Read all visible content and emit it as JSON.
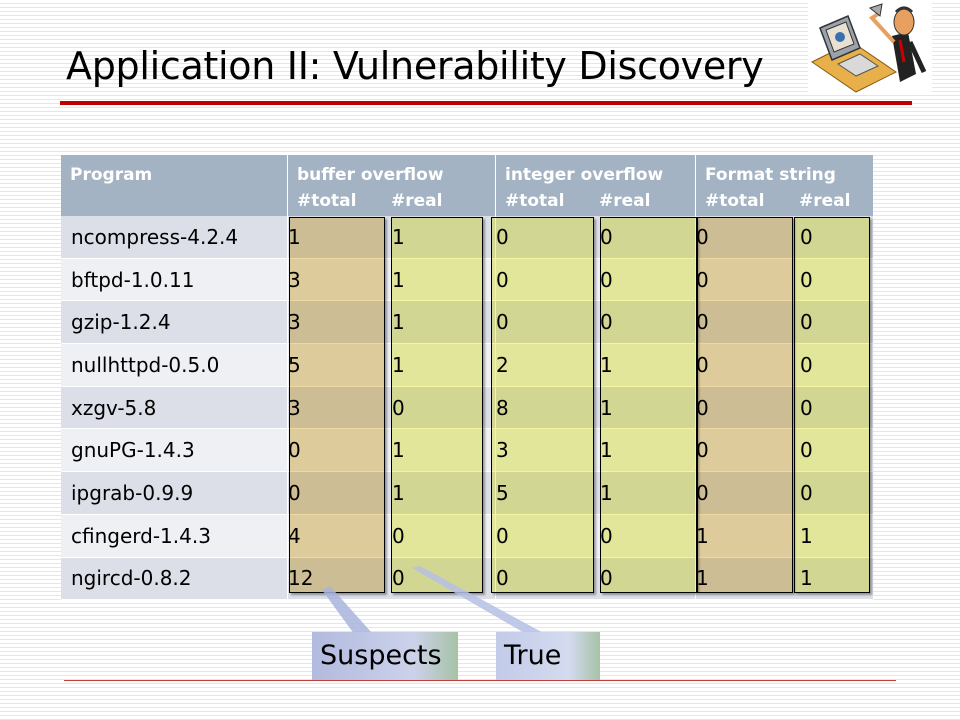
{
  "slide": {
    "title": "Application II: Vulnerability Discovery"
  },
  "table": {
    "headers": [
      {
        "label": "Program",
        "sub_total": "",
        "sub_real": ""
      },
      {
        "label": "buffer overflow",
        "sub_total": "#total",
        "sub_real": "#real"
      },
      {
        "label": "integer overflow",
        "sub_total": "#total",
        "sub_real": "#real"
      },
      {
        "label": "Format string",
        "sub_total": "#total",
        "sub_real": "#real"
      }
    ],
    "rows": [
      {
        "program": "ncompress-4.2.4",
        "bo_total": "1",
        "bo_real": "1",
        "io_total": "0",
        "io_real": "0",
        "fs_total": "0",
        "fs_real": "0"
      },
      {
        "program": "bftpd-1.0.11",
        "bo_total": "3",
        "bo_real": "1",
        "io_total": "0",
        "io_real": "0",
        "fs_total": "0",
        "fs_real": "0"
      },
      {
        "program": "gzip-1.2.4",
        "bo_total": "3",
        "bo_real": "1",
        "io_total": "0",
        "io_real": "0",
        "fs_total": "0",
        "fs_real": "0"
      },
      {
        "program": "nullhttpd-0.5.0",
        "bo_total": "5",
        "bo_real": "1",
        "io_total": "2",
        "io_real": "1",
        "fs_total": "0",
        "fs_real": "0"
      },
      {
        "program": "xzgv-5.8",
        "bo_total": "3",
        "bo_real": "0",
        "io_total": "8",
        "io_real": "1",
        "fs_total": "0",
        "fs_real": "0"
      },
      {
        "program": "gnuPG-1.4.3",
        "bo_total": "0",
        "bo_real": "1",
        "io_total": "3",
        "io_real": "1",
        "fs_total": "0",
        "fs_real": "0"
      },
      {
        "program": "ipgrab-0.9.9",
        "bo_total": "0",
        "bo_real": "1",
        "io_total": "5",
        "io_real": "1",
        "fs_total": "0",
        "fs_real": "0"
      },
      {
        "program": "cfingerd-1.4.3",
        "bo_total": "4",
        "bo_real": "0",
        "io_total": "0",
        "io_real": "0",
        "fs_total": "1",
        "fs_real": "1"
      },
      {
        "program": "ngircd-0.8.2",
        "bo_total": "12",
        "bo_real": "0",
        "io_total": "0",
        "io_real": "0",
        "fs_total": "1",
        "fs_real": "1"
      }
    ]
  },
  "callouts": {
    "suspects": "Suspects",
    "true": "True"
  },
  "colors": {
    "title_rule": "#c00000",
    "header_bg": "#a3b3c3",
    "row_odd": "#dcdfe8",
    "row_even": "#eef0f4",
    "highlight_total": "#eed8a3",
    "highlight_real": "#f3f5a2"
  },
  "icons": {
    "clipart": "person-at-computer-illustration-icon"
  }
}
